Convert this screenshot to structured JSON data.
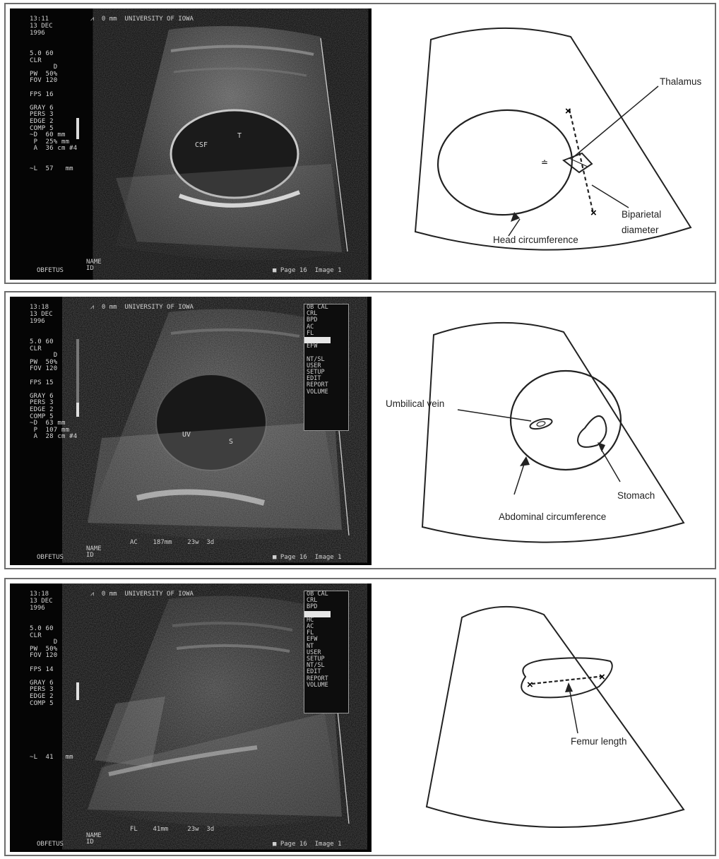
{
  "panels": [
    {
      "scan": {
        "time": "13:11",
        "date": "13 DEC",
        "year": "1996",
        "header": "0 mm  UNIVERSITY OF IOWA",
        "params": [
          "5.0 60",
          "CLR",
          "      D",
          "PW  50%",
          "FOV 120",
          "",
          "FPS 16",
          "",
          "GRAY 6",
          "PERS 3",
          "EDGE 2",
          "COMP 5",
          "~D  60 mm",
          " P  25% mm",
          " A  36 cm #4",
          "",
          "",
          "~L  57   mm"
        ],
        "name_label": "NAME",
        "id_label": "ID",
        "patient": "OBFETUS",
        "footer": "■ Page 16  Image 1",
        "annotations": [
          "CSF",
          "T"
        ]
      },
      "sketch": {
        "labels": [
          "Thalamus",
          "Biparietal",
          "diameter",
          "Head circumference"
        ]
      }
    },
    {
      "scan": {
        "time": "13:18",
        "date": "13 DEC",
        "year": "1996",
        "header": "0 mm  UNIVERSITY OF IOWA",
        "params": [
          "5.0 60",
          "CLR",
          "      D",
          "PW  50%",
          "FOV 120",
          "",
          "FPS 15",
          "",
          "GRAY 6",
          "PERS 3",
          "EDGE 2",
          "COMP 5",
          "~D  63 mm",
          " P  107 mm",
          " A  28 cm #4"
        ],
        "menu": [
          "OB CAL",
          "CRL",
          "BPD",
          "AC",
          "FL",
          "",
          "EFW",
          "",
          "NT/SL",
          "USER",
          "SETUP",
          "EDIT",
          "REPORT",
          "VOLUME"
        ],
        "menu_selected_index": 5,
        "measurement": "AC    187mm    23w  3d",
        "name_label": "NAME",
        "id_label": "ID",
        "patient": "OBFETUS",
        "footer": "■ Page 16  Image 1",
        "annotations": [
          "UV",
          "S"
        ]
      },
      "sketch": {
        "labels": [
          "Umbilical vein",
          "Stomach",
          "Abdominal circumference"
        ]
      }
    },
    {
      "scan": {
        "time": "13:18",
        "date": "13 DEC",
        "year": "1996",
        "header": "0 mm  UNIVERSITY OF IOWA",
        "params": [
          "5.0 60",
          "CLR",
          "      D",
          "PW  50%",
          "FOV 120",
          "",
          "FPS 14",
          "",
          "GRAY 6",
          "PERS 3",
          "EDGE 2",
          "COMP 5",
          "",
          "",
          "",
          "",
          "",
          "",
          "",
          "~L  41   mm"
        ],
        "menu": [
          "OB CAL",
          "CRL",
          "BPD",
          "",
          "HC",
          "AC",
          "FL",
          "EFW",
          "NT",
          "USER",
          "SETUP",
          "NT/SL",
          "EDIT",
          "REPORT",
          "VOLUME"
        ],
        "menu_selected_index": 3,
        "measurement": "FL    41mm     23w  3d",
        "name_label": "NAME",
        "id_label": "ID",
        "patient": "OBFETUS",
        "footer": "■ Page 16  Image 1"
      },
      "sketch": {
        "labels": [
          "Femur length"
        ]
      }
    }
  ]
}
